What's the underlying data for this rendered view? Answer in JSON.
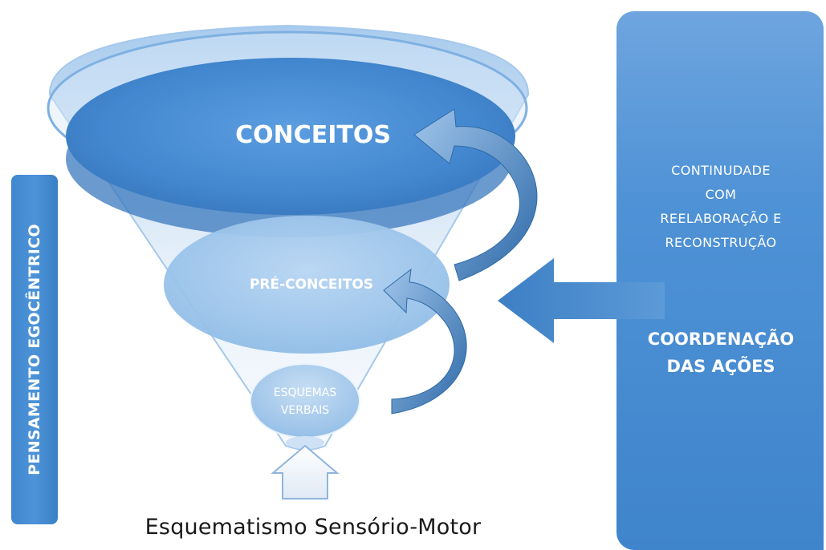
{
  "funnel": {
    "top_level": "CONCEITOS",
    "middle_level": "PRÉ-CONCEITOS",
    "bottom_level_line1": "ESQUEMAS",
    "bottom_level_line2": "VERBAIS"
  },
  "left_bar": {
    "label": "PENSAMENTO EGOCÊNTRICO"
  },
  "right_panel": {
    "continuity_line1": "CONTINUDADE",
    "continuity_line2": "COM",
    "continuity_line3": "REELABORAÇÃO E",
    "continuity_line4": "RECONSTRUÇÃO",
    "coordination_line1": "COORDENAÇÃO",
    "coordination_line2": "DAS AÇÕES"
  },
  "base": {
    "label": "Esquematismo Sensório-Motor"
  },
  "colors": {
    "primary_blue": "#4a8fd4",
    "light_blue": "#a9cdf0",
    "dark_arrow": "#3b77b8",
    "text_dark": "#1a1a1a"
  }
}
